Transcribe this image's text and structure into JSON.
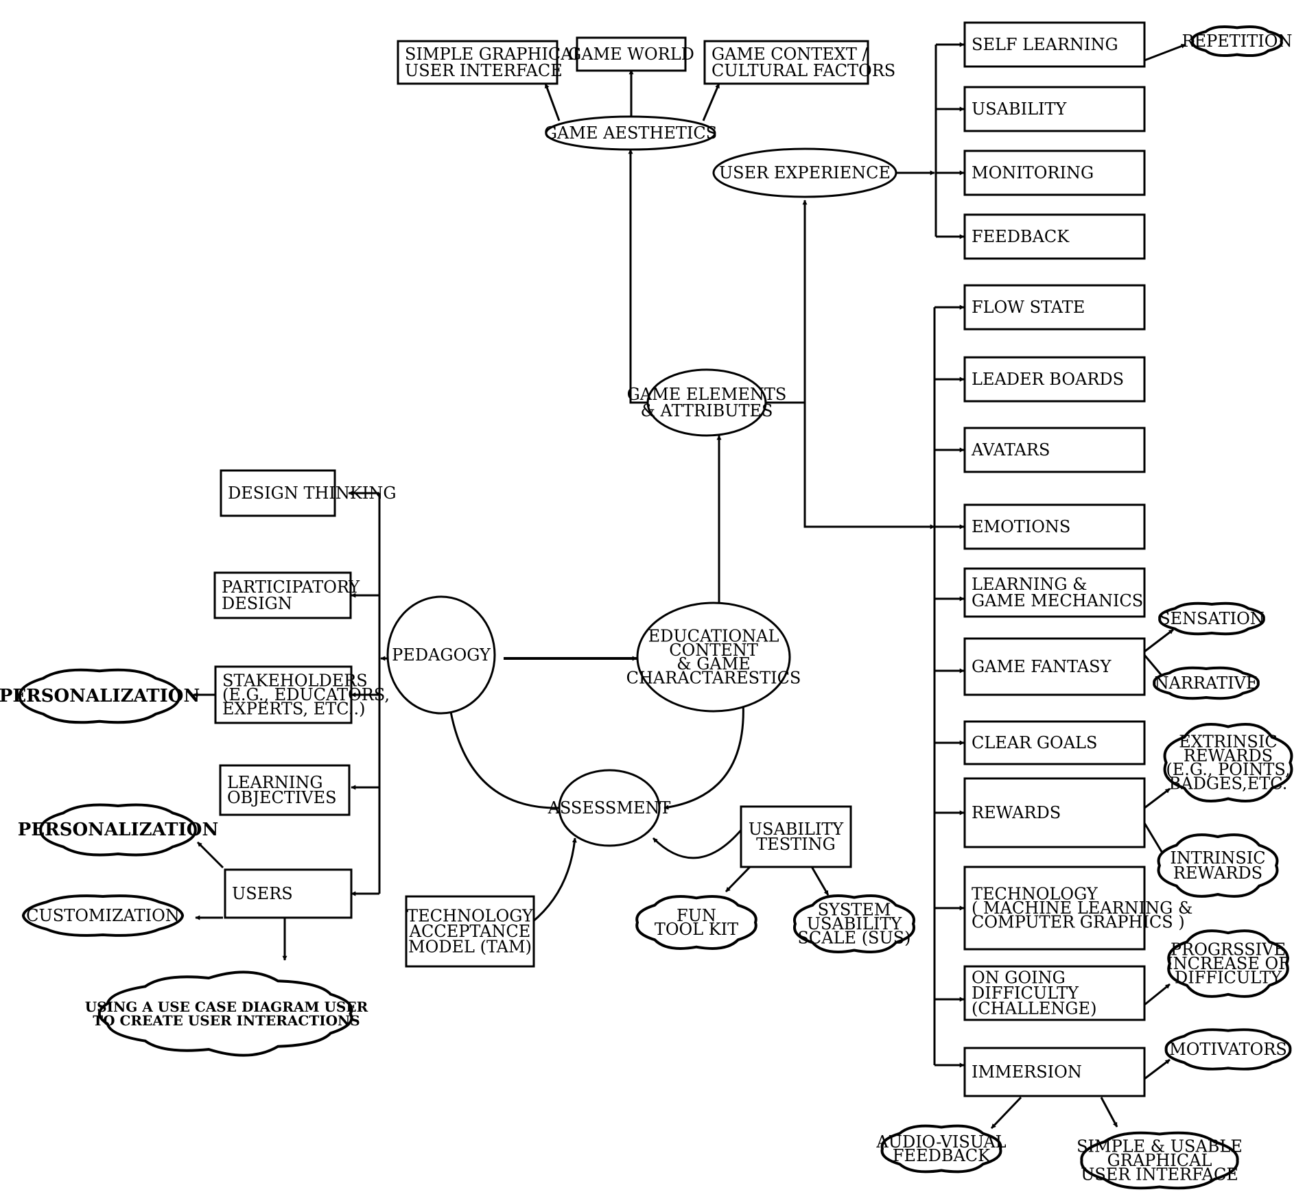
{
  "nodes": {
    "simple_gui_top": [
      "SIMPLE GRAPHICAL",
      "USER INTERFACE"
    ],
    "game_world": [
      "GAME WORLD"
    ],
    "game_context": [
      "GAME CONTEXT /",
      "CULTURAL FACTORS"
    ],
    "game_aesthetics": [
      "GAME AESTHETICS"
    ],
    "user_experience": [
      "USER EXPERIENCE"
    ],
    "self_learning": [
      "SELF LEARNING"
    ],
    "repetition": [
      "REPETITION"
    ],
    "usability": [
      "USABILITY"
    ],
    "monitoring": [
      "MONITORING"
    ],
    "feedback": [
      "FEEDBACK"
    ],
    "flow_state": [
      "FLOW STATE"
    ],
    "leader_boards": [
      "LEADER BOARDS"
    ],
    "avatars": [
      "AVATARS"
    ],
    "emotions": [
      "EMOTIONS"
    ],
    "learning_mechanics": [
      "LEARNING &",
      "GAME MECHANICS"
    ],
    "sensation": [
      "SENSATION"
    ],
    "game_fantasy": [
      "GAME FANTASY"
    ],
    "narrative": [
      "NARRATIVE"
    ],
    "clear_goals": [
      "CLEAR GOALS"
    ],
    "extrinsic_rewards": [
      "EXTRINSIC",
      "REWARDS",
      "(E.G., POINTS,",
      "BADGES,ETC."
    ],
    "rewards": [
      "REWARDS"
    ],
    "intrinsic_rewards": [
      "INTRINSIC",
      "REWARDS"
    ],
    "technology": [
      "TECHNOLOGY",
      "( MACHINE LEARNING &",
      "COMPUTER GRAPHICS )"
    ],
    "progressive_difficulty": [
      "PROGRSSIVE",
      "INCREASE OF",
      "DIFFICULTY"
    ],
    "ongoing_difficulty": [
      "ON GOING",
      "DIFFICULTY",
      "(CHALLENGE)"
    ],
    "motivators": [
      "MOTIVATORS"
    ],
    "immersion": [
      "IMMERSION"
    ],
    "audio_visual": [
      "AUDIO-VISUAL",
      "FEEDBACK"
    ],
    "simple_usable_gui": [
      "SIMPLE & USABLE",
      "GRAPHICAL",
      "USER INTERFACE"
    ],
    "game_elements": [
      "GAME ELEMENTS",
      "& ATTRIBUTES"
    ],
    "design_thinking": [
      "DESIGN THINKING"
    ],
    "participatory_design": [
      "PARTICIPATORY",
      "DESIGN"
    ],
    "pedagogy": [
      "PEDAGOGY"
    ],
    "educational_content": [
      "EDUCATIONAL",
      "CONTENT",
      "& GAME",
      "CHARACTARESTICS"
    ],
    "personalization_1": [
      "PERSONALIZATION"
    ],
    "stakeholders": [
      "STAKEHOLDERS",
      "(E.G., EDUCATORS,",
      "EXPERTS, ETC..)"
    ],
    "learning_objectives": [
      "LEARNING",
      "OBJECTIVES"
    ],
    "personalization_2": [
      "PERSONALIZATION"
    ],
    "users": [
      "USERS"
    ],
    "customization": [
      "CUSTOMIZATION"
    ],
    "use_case": [
      "USING A USE CASE DIAGRAM USER",
      "TO CREATE USER INTERACTIONS"
    ],
    "assessment": [
      "ASSESSMENT"
    ],
    "usability_testing": [
      "USABILITY",
      "TESTING"
    ],
    "tam": [
      "TECHNOLOGY",
      "ACCEPTANCE",
      "MODEL (TAM)"
    ],
    "fun_toolkit": [
      "FUN",
      "TOOL KIT"
    ],
    "sus": [
      "SYSTEM",
      "USABILITY",
      "SCALE (SUS)"
    ]
  }
}
